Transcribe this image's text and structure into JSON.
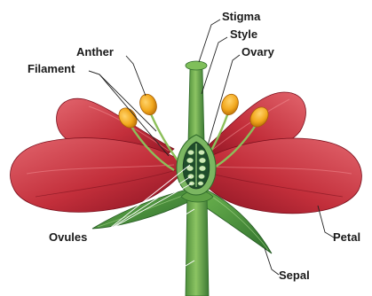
{
  "diagram": {
    "labels": {
      "stigma": "Stigma",
      "style": "Style",
      "ovary": "Ovary",
      "anther": "Anther",
      "filament": "Filament",
      "ovules": "Ovules",
      "petal": "Petal",
      "sepal": "Sepal"
    },
    "colors": {
      "petal": "#c8303c",
      "petal_dark": "#8e1424",
      "petal_light": "#e0606a",
      "sepal": "#3f8f3a",
      "stem": "#6aa84f",
      "stem_dark": "#3d7a34",
      "ovary_wall": "#7bb661",
      "ovary_inside": "#1f4d2b",
      "ovule": "#cfe8b8",
      "anther": "#f2a81d",
      "anther_dark": "#c47a08",
      "filament": "#8cbf5a",
      "leader_line": "#222222",
      "text": "#1a1a1a"
    }
  }
}
